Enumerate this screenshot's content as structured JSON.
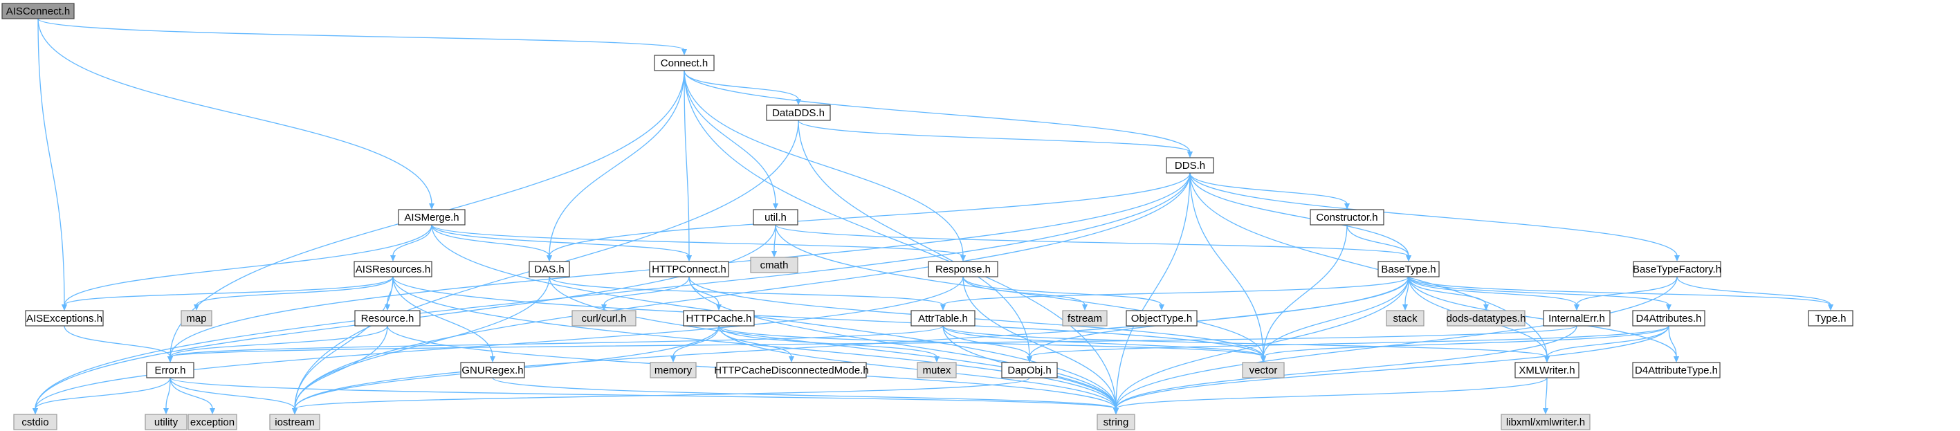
{
  "theme": {
    "edge_color": "#63b8ff",
    "node_border": "#404040",
    "focus_fill": "#999999",
    "system_fill": "#e0e0e0"
  },
  "nodes": {
    "aisconnect": "AISConnect.h",
    "connect": "Connect.h",
    "datadds": "DataDDS.h",
    "dds": "DDS.h",
    "aismerge": "AISMerge.h",
    "util": "util.h",
    "cmath": "cmath",
    "aisresources": "AISResources.h",
    "das": "DAS.h",
    "httpconnect": "HTTPConnect.h",
    "response": "Response.h",
    "constructor": "Constructor.h",
    "basetype": "BaseType.h",
    "basetypefactory": "BaseTypeFactory.h",
    "aisexceptions": "AISExceptions.h",
    "map": "map",
    "resource": "Resource.h",
    "curl": "curl/curl.h",
    "httpcache": "HTTPCache.h",
    "fstream": "fstream",
    "objecttype": "ObjectType.h",
    "attrtable": "AttrTable.h",
    "stack": "stack",
    "dodsdatatypes": "dods-datatypes.h",
    "internalerr": "InternalErr.h",
    "d4attributes": "D4Attributes.h",
    "type": "Type.h",
    "error": "Error.h",
    "gnuregex": "GNURegex.h",
    "memory": "memory",
    "httpcachedisc": "HTTPCacheDisconnectedMode.h",
    "mutex": "mutex",
    "dapobj": "DapObj.h",
    "vector": "vector",
    "xmlwriter": "XMLWriter.h",
    "d4attributetype": "D4AttributeType.h",
    "cstdio": "cstdio",
    "utility": "utility",
    "exception": "exception",
    "iostream": "iostream",
    "string": "string",
    "libxml": "libxml/xmlwriter.h"
  }
}
